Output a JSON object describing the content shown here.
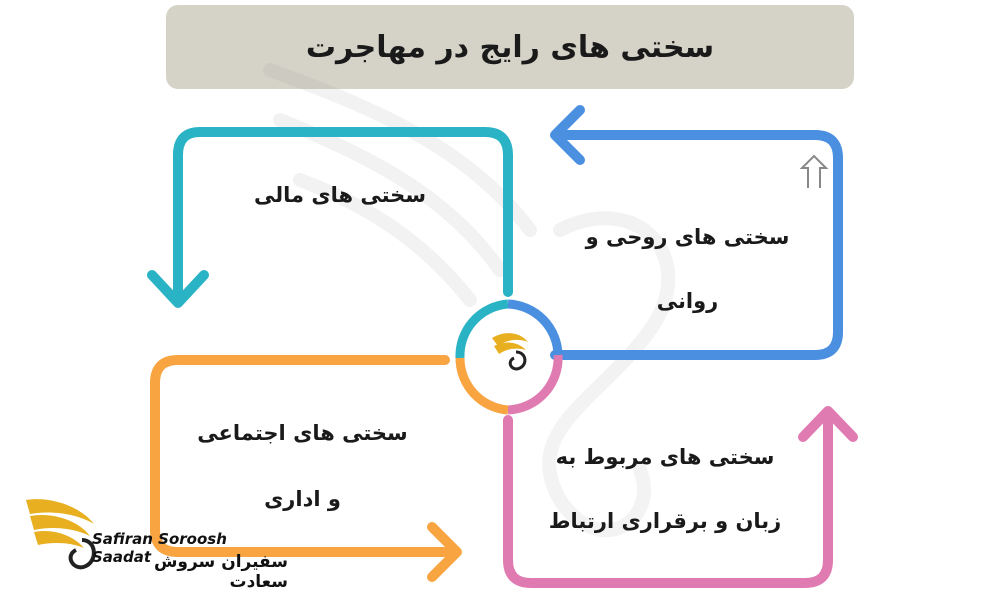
{
  "title": "سختی های رایج در مهاجرت",
  "boxes": {
    "financial": {
      "line1": "سختی های مالی"
    },
    "psychological": {
      "line1": "سختی های روحی و",
      "line2": "روانی"
    },
    "social": {
      "line1": "سختی های اجتماعی",
      "line2": "و اداری"
    },
    "language": {
      "line1": "سختی های مربوط به",
      "line2": "زبان و برقراری ارتباط"
    }
  },
  "brand": {
    "name_en": "Safiran Soroosh Saadat",
    "name_fa": "سفیران سروش سعادت"
  },
  "colors": {
    "teal": "#29b3c4",
    "blue": "#4a8fe0",
    "orange": "#f7a441",
    "pink": "#e07bb2",
    "title_bg": "#d5d2c7",
    "logo_gold": "#e8b020"
  }
}
